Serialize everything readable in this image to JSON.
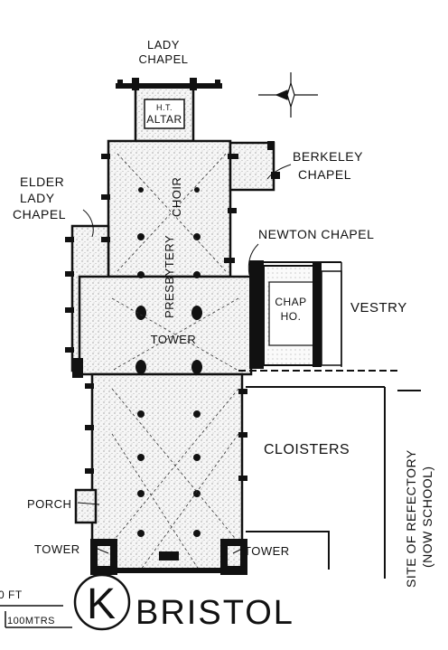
{
  "labels": {
    "lady_chapel_1": "LADY",
    "lady_chapel_2": "CHAPEL",
    "altar_1": "H.T.",
    "altar_2": "ALTAR",
    "berkeley_1": "BERKELEY",
    "berkeley_2": "CHAPEL",
    "elder_1": "ELDER",
    "elder_2": "LADY",
    "elder_3": "CHAPEL",
    "newton": "NEWTON CHAPEL",
    "presbytery": "PRESBYTERY",
    "choir": "CHOIR",
    "chap_1": "CHAP",
    "chap_2": "HO.",
    "vestry": "VESTRY",
    "tower_center": "TOWER",
    "cloisters": "CLOISTERS",
    "refectory_1": "SITE OF REFECTORY",
    "refectory_2": "(NOW SCHOOL)",
    "porch": "PORCH",
    "tower_left": "TOWER",
    "tower_right": "TOWER",
    "scale_ft": "0 FT",
    "scale_m": "100MTRS",
    "badge_letter": "K",
    "title": "BRISTOL"
  },
  "colors": {
    "ink": "#111111",
    "stipple": "#cfcfcf",
    "paper": "#ffffff"
  },
  "icons": {
    "compass": "north-arrow-icon"
  }
}
